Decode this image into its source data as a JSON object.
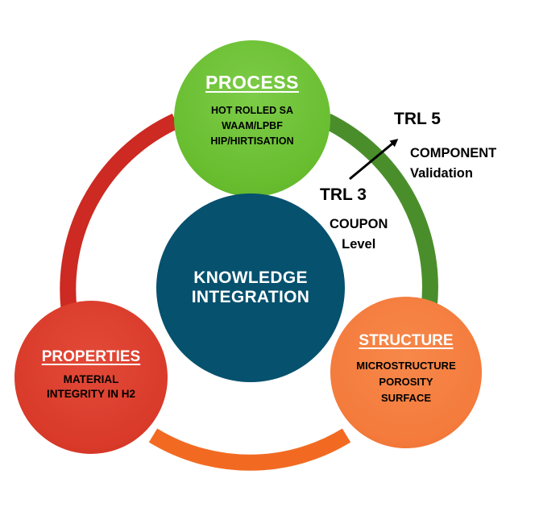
{
  "diagram": {
    "center": {
      "line1": "KNOWLEDGE",
      "line2": "INTEGRATION"
    },
    "process": {
      "title": "PROCESS",
      "items": [
        "HOT ROLLED SA",
        "WAAM/LPBF",
        "HIP/HIRTISATION"
      ]
    },
    "properties": {
      "title": "PROPERTIES",
      "items": [
        "MATERIAL",
        "INTEGRITY IN H2"
      ]
    },
    "structure": {
      "title": "STRUCTURE",
      "items": [
        "MICROSTRUCTURE",
        "POROSITY",
        "SURFACE"
      ]
    },
    "trl_end": {
      "label": "TRL 5",
      "line1": "COMPONENT",
      "line2": "Validation"
    },
    "trl_start": {
      "label": "TRL 3",
      "line1": "COUPON",
      "line2": "Level"
    }
  },
  "colors": {
    "process": "#68bd2f",
    "properties": "#d93a2a",
    "structure": "#f47b3c",
    "center": "#05516e",
    "ring_red": "#cc2a22",
    "ring_green": "#4a8e2c",
    "ring_orange": "#f26a22",
    "arrow": "#000000"
  },
  "icons": {
    "progress_arrow": "arrow-up-right-icon"
  }
}
